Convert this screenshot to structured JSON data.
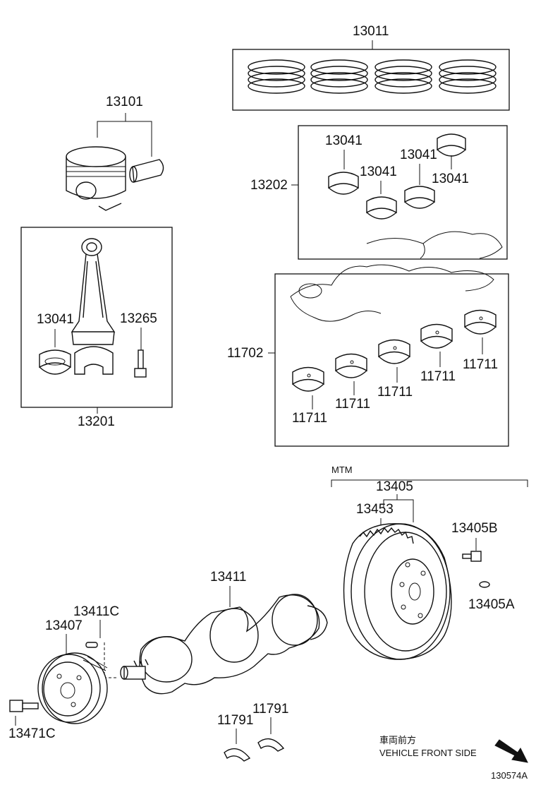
{
  "diagram": {
    "part_labels": {
      "piston_rings": "13011",
      "piston": "13101",
      "main_bearing_upper_set": "13202",
      "bearing_a": "13041",
      "bearing_b": "13041",
      "bearing_c": "13041",
      "bearing_d": "13041",
      "rod_bearing": "13041",
      "rod_bolt": "13265",
      "connecting_rod": "13201",
      "crank_bearing_set": "11702",
      "crank_bearing_1": "11711",
      "crank_bearing_2": "11711",
      "crank_bearing_3": "11711",
      "crank_bearing_4": "11711",
      "crank_bearing_5": "11711",
      "flywheel_assy": "13405",
      "ring_gear": "13453",
      "flywheel_bolt": "13405B",
      "flywheel_pin": "13405A",
      "crankshaft": "13411",
      "crank_key": "13411C",
      "pulley": "13407",
      "pulley_bolt": "13471C",
      "thrust_washer_left": "11791",
      "thrust_washer_right": "11791"
    },
    "transmission_note": "MTM",
    "direction_jp": "車両前方",
    "direction_en": "VEHICLE FRONT SIDE",
    "figure_id": "130574A"
  }
}
